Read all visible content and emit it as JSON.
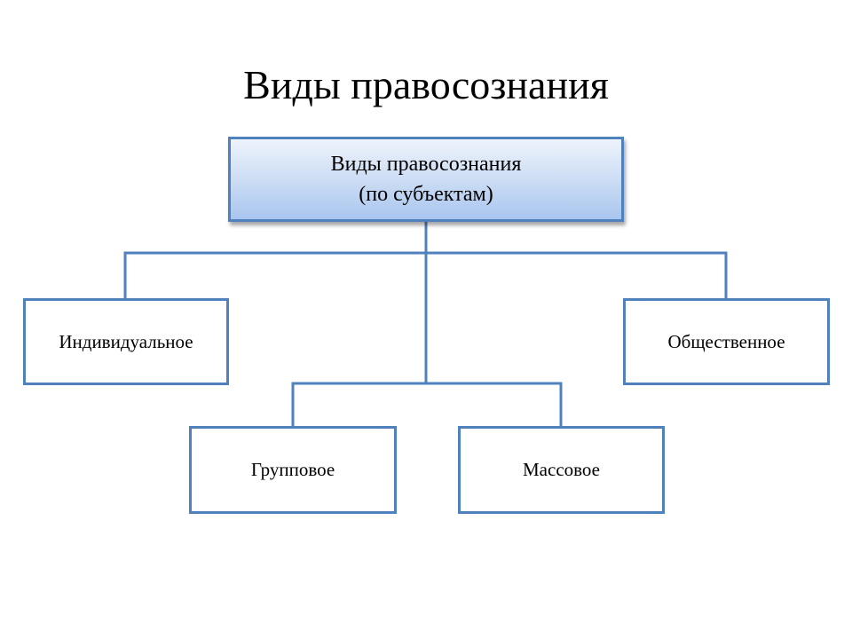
{
  "slide": {
    "title": "Виды правосознания"
  },
  "diagram": {
    "root": {
      "line1": "Виды правосознания",
      "line2": "(по субъектам)"
    },
    "nodes": {
      "individual": "Индивидуальное",
      "social": "Общественное",
      "group": "Групповое",
      "mass": "Массовое"
    },
    "colors": {
      "border": "#4f81bd",
      "connector": "#4f81bd",
      "root_fill_top": "#eef3fb",
      "root_fill_bottom": "#a9c5ef"
    }
  }
}
